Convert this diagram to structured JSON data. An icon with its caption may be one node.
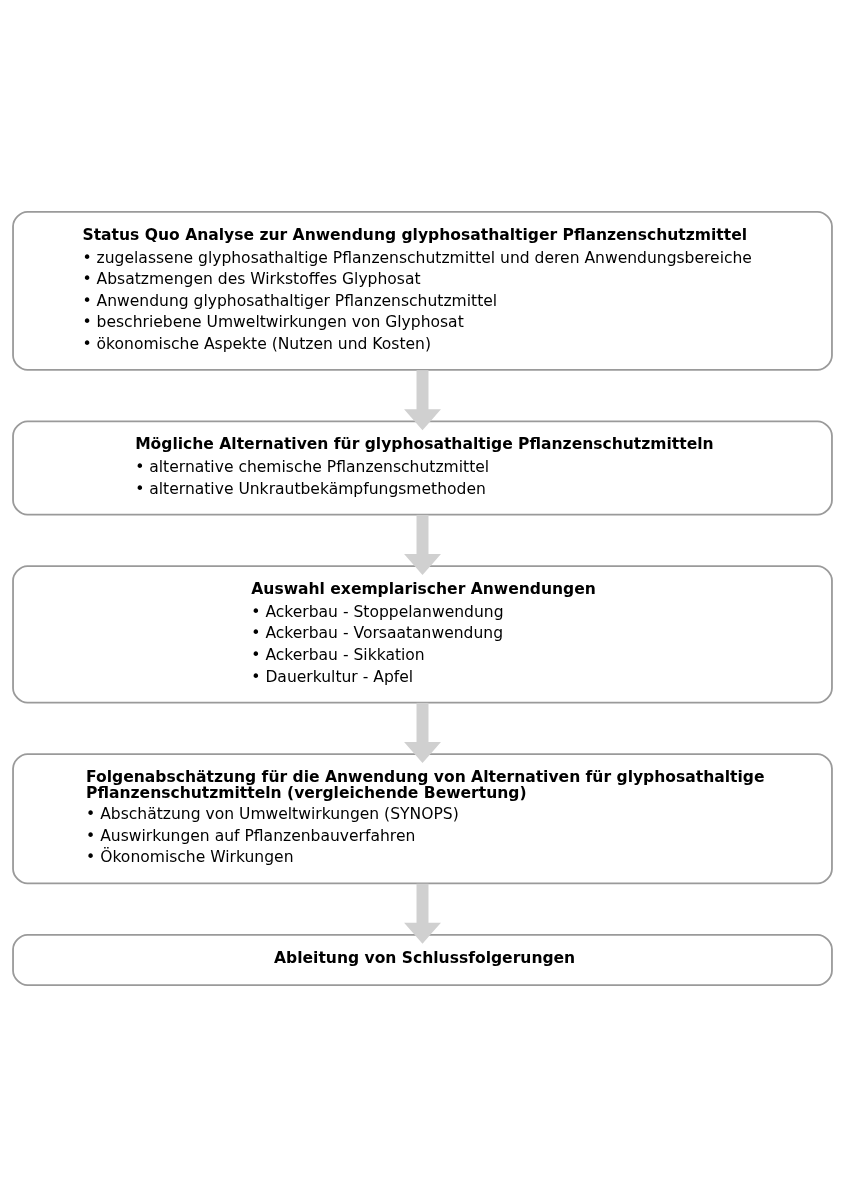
{
  "diagram": {
    "nodes": [
      {
        "text": [
          "Status Quo Analyse zur Anwendung glyphosathaltiger Pflanzenschutzmittel",
          "• zugelassene glyphosathaltige Pflanzenschutzmittel und deren Anwendungsbereiche",
          "• Absatzmengen des Wirkstoffes Glyphosat",
          "• Anwendung glyphosathaltiger Pflanzenschutzmittel",
          "• beschriebene Umweltwirkungen von Glyphosat",
          "• ökonomische Aspekte (Nutzen und Kosten)"
        ]
      },
      {
        "text": [
          "Mögliche Alternativen für glyphosathaltige Pflanzenschutzmitteln",
          "• alternative chemische Pflanzenschutzmittel",
          "• alternative Unkrautbekämpfungsmethoden"
        ]
      },
      {
        "text": [
          "Auswahl exemplarischer Anwendungen",
          "• Ackerbau - Stoppelanwendung",
          "• Ackerbau - Vorsaatanwendung",
          "• Ackerbau - Sikkation",
          "• Dauerkultur - Apfel"
        ]
      },
      {
        "text": [
          "Folgenabschätzung für die Anwendung von Alternativen für glyphosathaltige Pflanzenschutzmitteln (vergleichende Bewertung)",
          "• Abschätzung von Umweltwirkungen (SYNOPS)",
          "• Auswirkungen auf Pflanzenbauverfahren",
          "• Ökonomische Wirkungen"
        ]
      },
      {
        "text": [
          "Ableitung von Schlussfolgerungen"
        ]
      }
    ],
    "edges": [
      {
        "from": 0,
        "to": 1,
        "arrow": "to"
      },
      {
        "from": 1,
        "to": 2,
        "arrow": "to"
      },
      {
        "from": 2,
        "to": 3,
        "arrow": "to"
      },
      {
        "from": 3,
        "to": 4,
        "arrow": "to"
      }
    ]
  }
}
